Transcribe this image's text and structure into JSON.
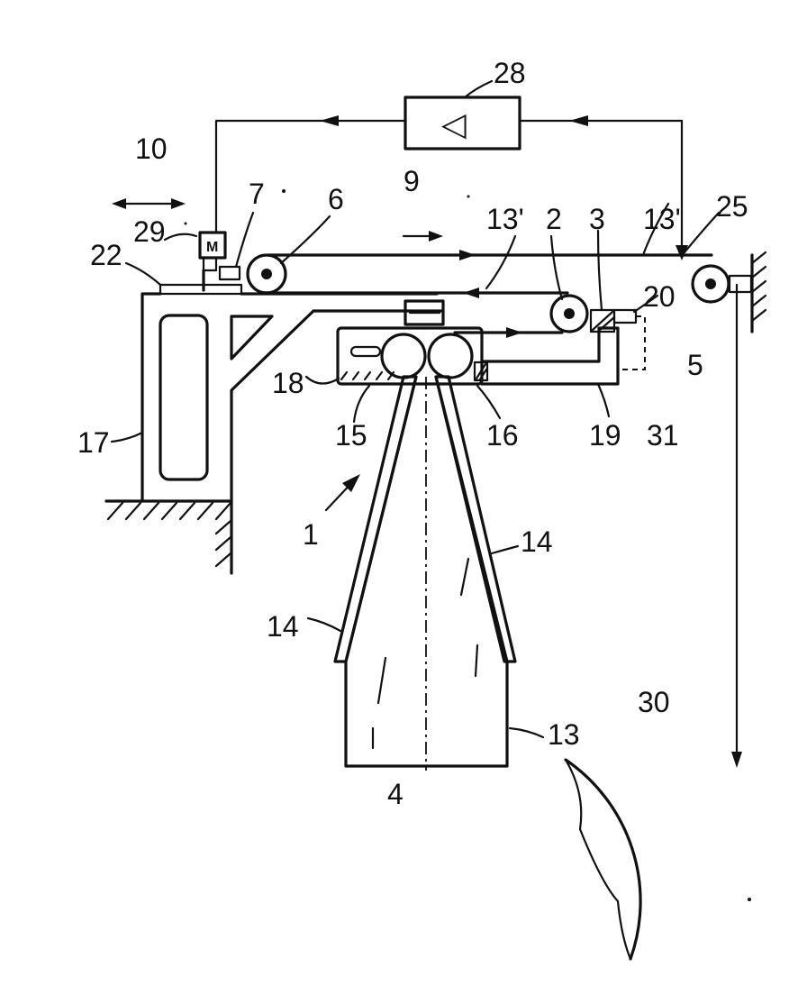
{
  "figure": {
    "labels": {
      "l1": "1",
      "l2": "2",
      "l3": "3",
      "l4": "4",
      "l5": "5",
      "l6": "6",
      "l7": "7",
      "l9": "9",
      "l10": "10",
      "l13": "13",
      "l13a": "13'",
      "l13b": "13'",
      "l14a": "14",
      "l14b": "14",
      "l15": "15",
      "l16": "16",
      "l17": "17",
      "l18": "18",
      "l19": "19",
      "l20": "20",
      "l22": "22",
      "l25": "25",
      "l28": "28",
      "l29": "29",
      "l30": "30",
      "l31": "31"
    },
    "motor_label": "M",
    "amplifier_symbol": "◁"
  }
}
